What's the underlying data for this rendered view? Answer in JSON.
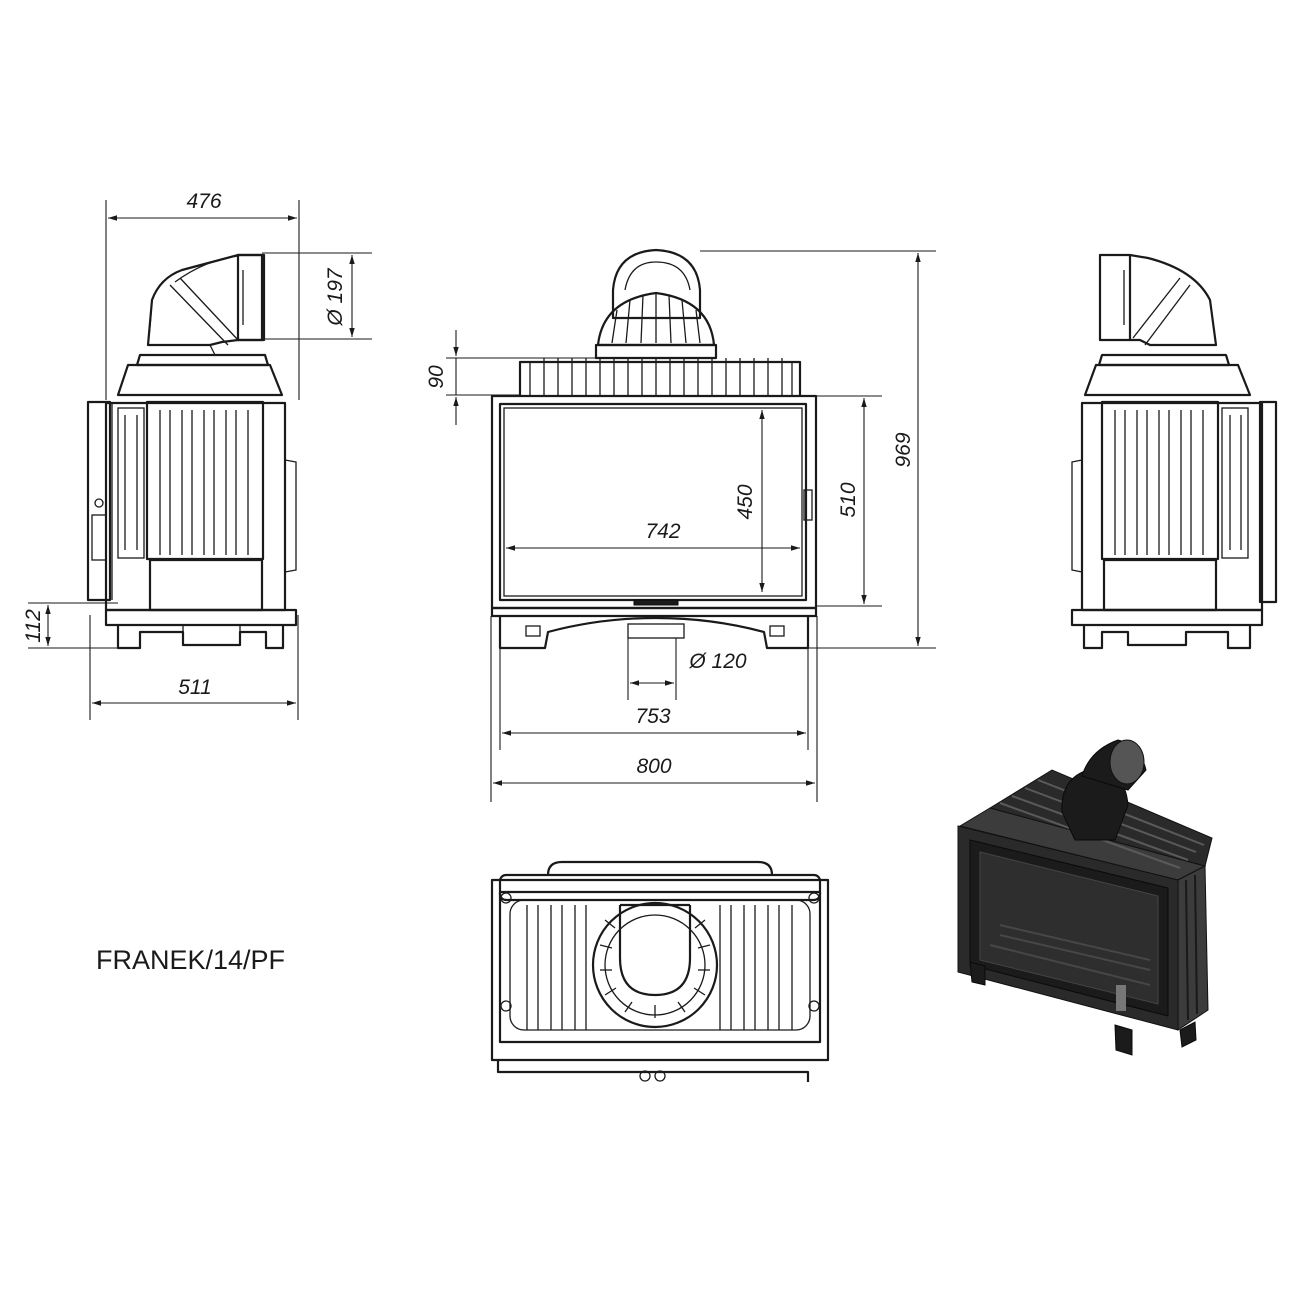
{
  "model": "FRANEK/14/PF",
  "dimensions": {
    "side_width_top": "476",
    "side_width_bottom": "511",
    "flue_outlet_side": "Ø 197",
    "leg_height": "112",
    "top_heat_exchanger": "90",
    "total_height": "969",
    "door_height": "510",
    "glass_height": "450",
    "glass_width": "742",
    "air_inlet": "Ø 120",
    "leg_spacing": "753",
    "total_width": "800"
  },
  "icons": {
    "render_3d": "fireplace-insert-render"
  }
}
